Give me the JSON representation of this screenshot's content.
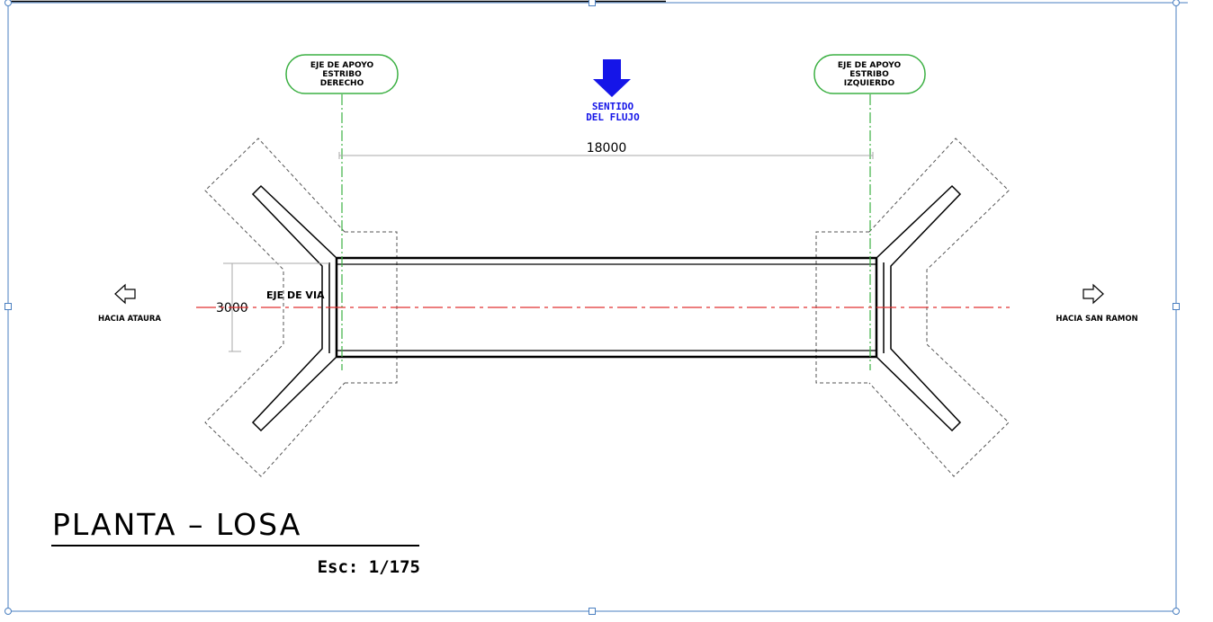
{
  "drawing": {
    "left_axis_label": [
      "EJE DE APOYO",
      "ESTRIBO",
      "DERECHO"
    ],
    "right_axis_label": [
      "EJE DE APOYO",
      "ESTRIBO",
      "IZQUIERDO"
    ],
    "flow_label": [
      "SENTIDO",
      "DEL FLUJO"
    ],
    "span_dimension": "18000",
    "width_dimension": "3000",
    "road_axis_label": "EJE DE VIA",
    "left_direction": "HACIA ATAURA",
    "right_direction": "HACIA SAN RAMON",
    "title": "PLANTA – LOSA",
    "scale": "Esc:  1/175"
  },
  "colors": {
    "axis_green": "#3cb043",
    "road_red": "#e03030",
    "flow_blue": "#1515e8",
    "frame_blue": "#4a7fc0",
    "dashed_gray": "#555555"
  }
}
